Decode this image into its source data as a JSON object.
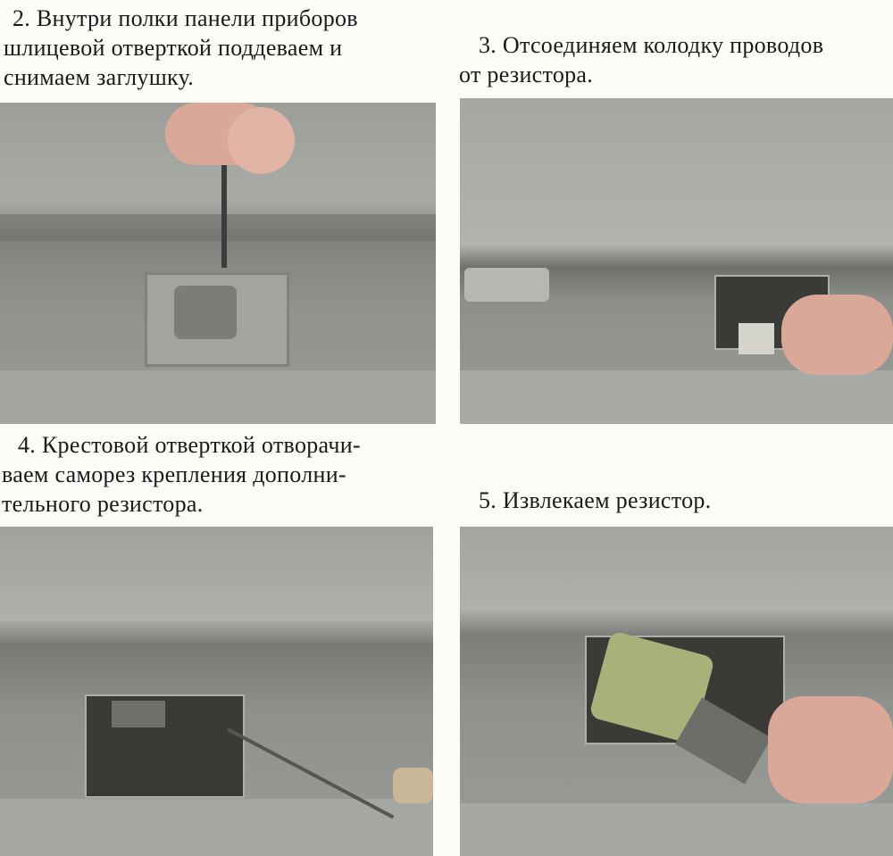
{
  "steps": [
    {
      "lines": [
        "2. Внутри полки панели приборов",
        "шлицевой отверткой поддеваем и",
        "снимаем заглушку."
      ]
    },
    {
      "lines": [
        "3. Отсоединяем колодку проводов",
        "от резистора."
      ]
    },
    {
      "lines": [
        "4. Крестовой отверткой отворачи-",
        "ваем саморез крепления дополни-",
        "тельного резистора."
      ]
    },
    {
      "lines": [
        "5. Извлекаем резистор."
      ]
    }
  ]
}
